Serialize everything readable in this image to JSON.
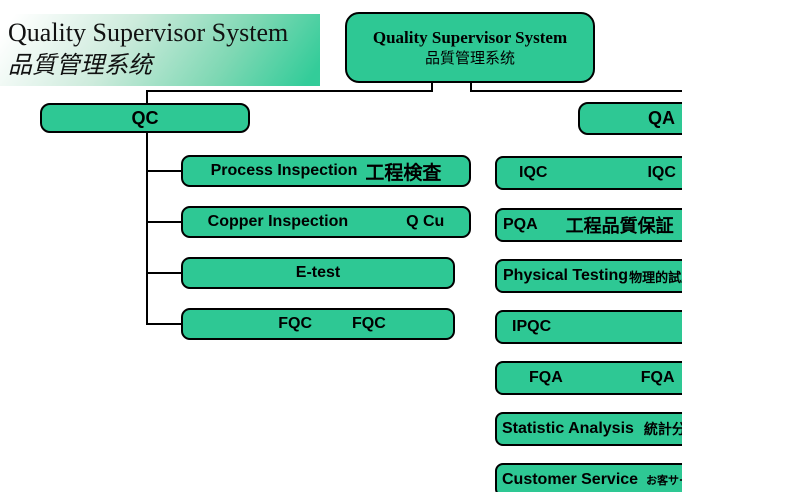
{
  "slide": {
    "title": {
      "line1": "Quality Supervisor System",
      "line2": "品質管理系统"
    },
    "root": {
      "line1": "Quality Supervisor System",
      "line2": "品質管理系统"
    },
    "qc": {
      "label": "QC",
      "children": [
        {
          "primary": "Process Inspection",
          "secondary": "工程検査"
        },
        {
          "primary": "Copper Inspection",
          "secondary": "Q Cu"
        },
        {
          "primary": "E-test",
          "secondary": ""
        },
        {
          "primary": "FQC",
          "secondary": "FQC"
        }
      ]
    },
    "qa": {
      "label": "QA",
      "children": [
        {
          "primary": "IQC",
          "secondary": "IQC"
        },
        {
          "primary": "PQA",
          "secondary": "工程品質保証"
        },
        {
          "primary": "Physical Testing",
          "secondary": "物理的試験"
        },
        {
          "primary": "IPQC",
          "secondary": ""
        },
        {
          "primary": "FQA",
          "secondary": "FQA"
        },
        {
          "primary": "Statistic Analysis",
          "secondary": "統計分析"
        },
        {
          "primary": "Customer Service",
          "secondary": "お客サービス"
        }
      ]
    },
    "colors": {
      "box_green": "#2ec894",
      "gradient_green": "#33cc99",
      "border": "#000000",
      "background": "#ffffff"
    }
  }
}
